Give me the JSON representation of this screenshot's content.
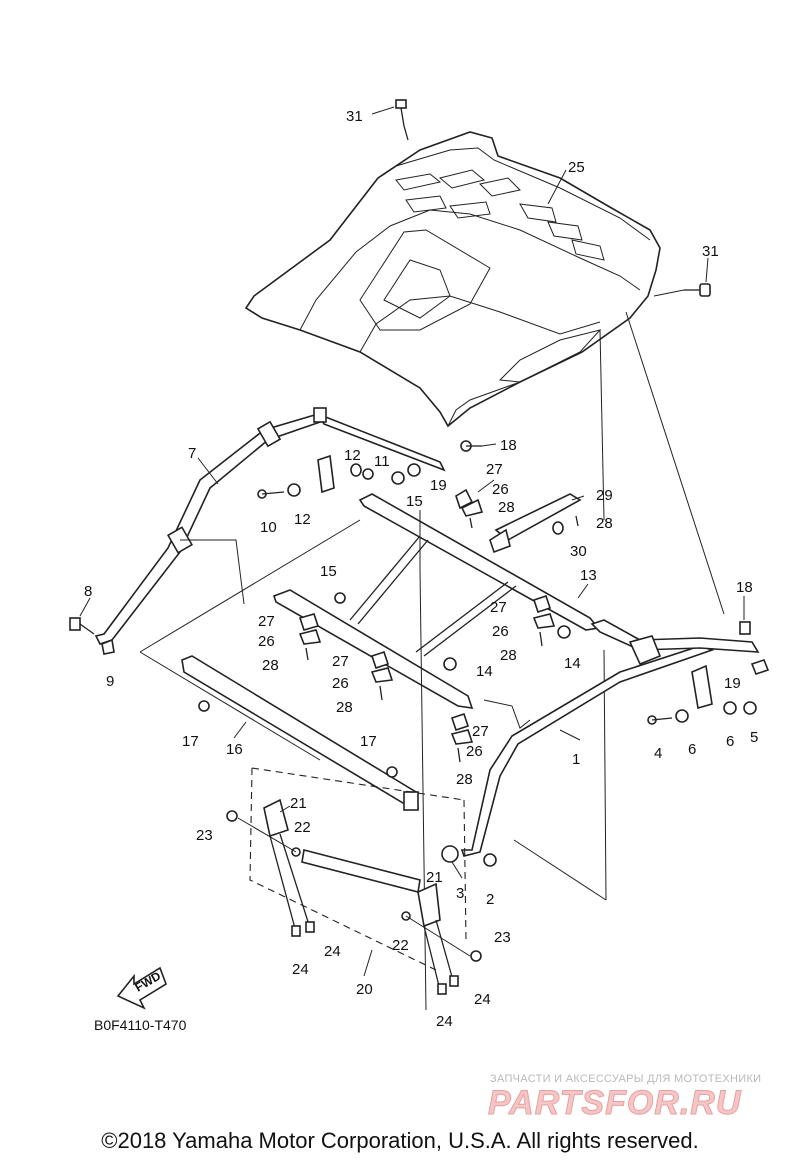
{
  "diagram": {
    "code": "B0F4110-T470",
    "fwd_label": "FWD",
    "callouts": [
      {
        "id": "c31a",
        "label": "31"
      },
      {
        "id": "c25",
        "label": "25"
      },
      {
        "id": "c31b",
        "label": "31"
      },
      {
        "id": "c7",
        "label": "7"
      },
      {
        "id": "c18a",
        "label": "18"
      },
      {
        "id": "c12a",
        "label": "12"
      },
      {
        "id": "c11",
        "label": "11"
      },
      {
        "id": "c27a",
        "label": "27"
      },
      {
        "id": "c19a",
        "label": "19"
      },
      {
        "id": "c26a",
        "label": "26"
      },
      {
        "id": "c29",
        "label": "29"
      },
      {
        "id": "c15a",
        "label": "15"
      },
      {
        "id": "c10",
        "label": "10"
      },
      {
        "id": "c12b",
        "label": "12"
      },
      {
        "id": "c28a",
        "label": "28"
      },
      {
        "id": "c28b",
        "label": "28"
      },
      {
        "id": "c30",
        "label": "30"
      },
      {
        "id": "c13",
        "label": "13"
      },
      {
        "id": "c8",
        "label": "8"
      },
      {
        "id": "c15b",
        "label": "15"
      },
      {
        "id": "c18b",
        "label": "18"
      },
      {
        "id": "c27b",
        "label": "27"
      },
      {
        "id": "c27c",
        "label": "27"
      },
      {
        "id": "c26b",
        "label": "26"
      },
      {
        "id": "c26c",
        "label": "26"
      },
      {
        "id": "c9",
        "label": "9"
      },
      {
        "id": "c28c",
        "label": "28"
      },
      {
        "id": "c28d",
        "label": "28"
      },
      {
        "id": "c14a",
        "label": "14"
      },
      {
        "id": "c27d",
        "label": "27"
      },
      {
        "id": "c14b",
        "label": "14"
      },
      {
        "id": "c19b",
        "label": "19"
      },
      {
        "id": "c26d",
        "label": "26"
      },
      {
        "id": "c28e",
        "label": "28"
      },
      {
        "id": "c27e",
        "label": "27"
      },
      {
        "id": "c17a",
        "label": "17"
      },
      {
        "id": "c16",
        "label": "16"
      },
      {
        "id": "c26e",
        "label": "26"
      },
      {
        "id": "c1",
        "label": "1"
      },
      {
        "id": "c4",
        "label": "4"
      },
      {
        "id": "c6a",
        "label": "6"
      },
      {
        "id": "c6b",
        "label": "6"
      },
      {
        "id": "c5",
        "label": "5"
      },
      {
        "id": "c17b",
        "label": "17"
      },
      {
        "id": "c28f",
        "label": "28"
      },
      {
        "id": "c21a",
        "label": "21"
      },
      {
        "id": "c23a",
        "label": "23"
      },
      {
        "id": "c22a",
        "label": "22"
      },
      {
        "id": "c3",
        "label": "3"
      },
      {
        "id": "c2",
        "label": "2"
      },
      {
        "id": "c21b",
        "label": "21"
      },
      {
        "id": "c23b",
        "label": "23"
      },
      {
        "id": "c22b",
        "label": "22"
      },
      {
        "id": "c24a",
        "label": "24"
      },
      {
        "id": "c24b",
        "label": "24"
      },
      {
        "id": "c24c",
        "label": "24"
      },
      {
        "id": "c24d",
        "label": "24"
      },
      {
        "id": "c20",
        "label": "20"
      }
    ]
  },
  "watermark": {
    "subtitle": "ЗАПЧАСТИ И АКСЕССУАРЫ ДЛЯ МОТОТЕХНИКИ",
    "brand": "PARTSFOR.RU"
  },
  "footer": {
    "copyright": "©2018 Yamaha Motor Corporation, U.S.A. All rights reserved."
  }
}
